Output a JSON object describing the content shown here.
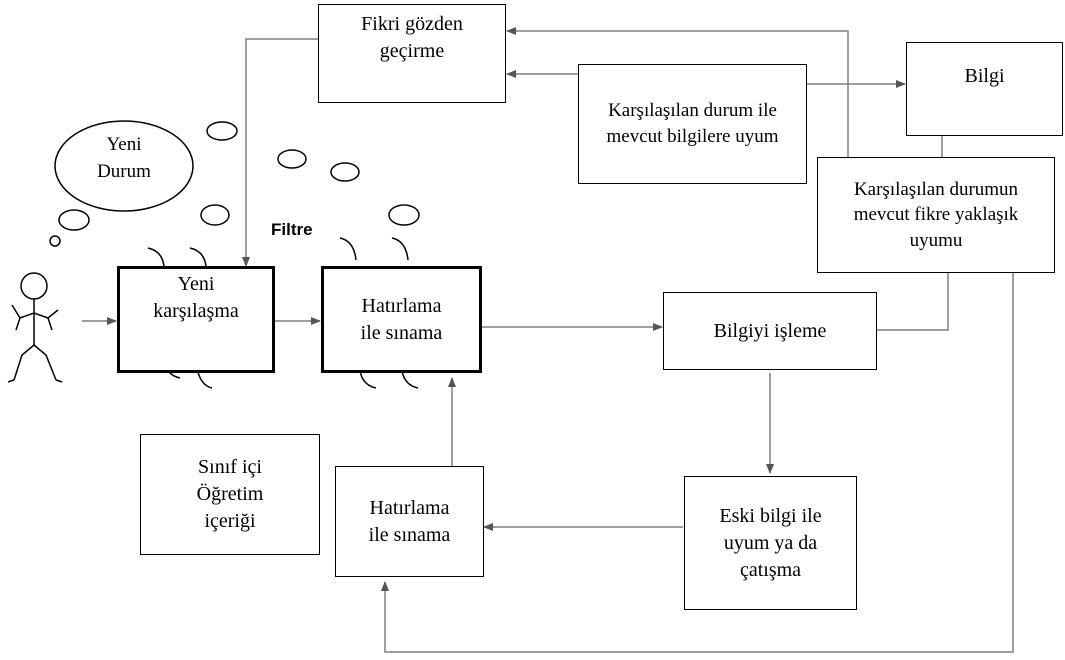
{
  "boxes": {
    "fikri": "Fikri gözden\ngeçirme",
    "karsilasilan": "Karşılaşılan durum ile\nmevcut bilgilere uyum",
    "bilgi": "Bilgi",
    "yaklasik": "Karşılaşılan durumun\nmevcut fikre yaklaşık\nuyumu",
    "yeni_karsilasma": "Yeni\nkarşılaşma",
    "hatirlama_top": "Hatırlama\nile sınama",
    "bilgiyi_isleme": "Bilgiyi işleme",
    "sinif": "Sınıf içi\nÖğretim\niçeriği",
    "hatirlama_bottom": "Hatırlama\nile sınama",
    "eski": "Eski bilgi ile\nuyum ya da\nçatışma"
  },
  "thought": {
    "yeni_durum": "Yeni\nDurum"
  },
  "filter_label": "Filtre",
  "stroke_color": "#7f7f7f"
}
